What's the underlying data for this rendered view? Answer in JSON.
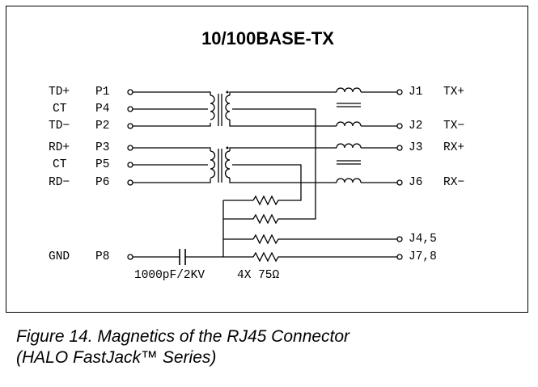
{
  "diagram": {
    "title": "10/100BASE-TX",
    "left_pins": [
      {
        "signal": "TD+",
        "pin": "P1"
      },
      {
        "signal": "CT",
        "pin": "P4"
      },
      {
        "signal": "TD−",
        "pin": "P2"
      },
      {
        "signal": "RD+",
        "pin": "P3"
      },
      {
        "signal": "CT",
        "pin": "P5"
      },
      {
        "signal": "RD−",
        "pin": "P6"
      },
      {
        "signal": "GND",
        "pin": "P8"
      }
    ],
    "right_pins": [
      {
        "jack": "J1",
        "signal": "TX+"
      },
      {
        "jack": "J2",
        "signal": "TX−"
      },
      {
        "jack": "J3",
        "signal": "RX+"
      },
      {
        "jack": "J6",
        "signal": "RX−"
      },
      {
        "jack": "J4,5",
        "signal": ""
      },
      {
        "jack": "J7,8",
        "signal": ""
      }
    ],
    "capacitor_label": "1000pF/2KV",
    "resistor_label": "4X 75Ω"
  },
  "caption": {
    "line1": "Figure 14. Magnetics of the RJ45 Connector",
    "line2": "(HALO FastJack™ Series)"
  }
}
